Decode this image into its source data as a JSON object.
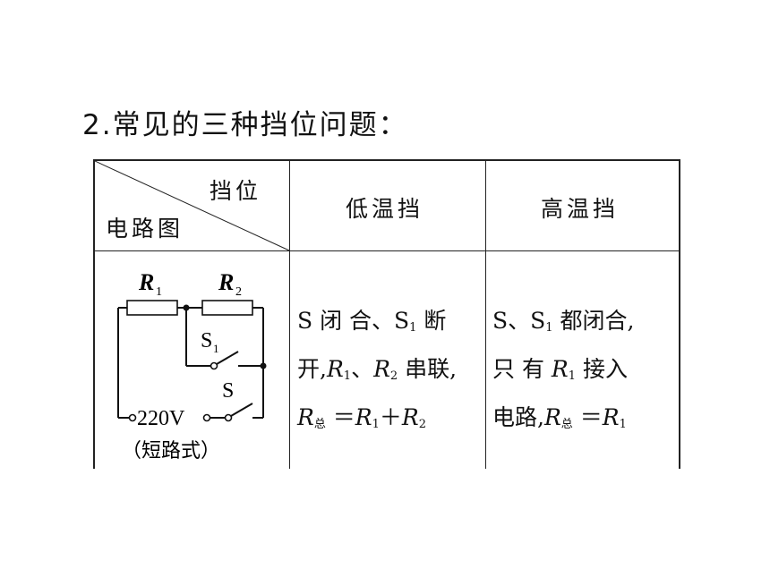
{
  "title": "2.常见的三种挡位问题：",
  "table": {
    "header": {
      "corner_top": "挡位",
      "corner_bottom": "电路图",
      "low": "低温挡",
      "high": "高温挡"
    },
    "row": {
      "circuit": {
        "r1": "R",
        "r1_sub": "1",
        "r2": "R",
        "r2_sub": "2",
        "s1": "S",
        "s1_sub": "1",
        "s": "S",
        "voltage": "220V",
        "caption": "（短路式）"
      },
      "low": {
        "l1_a": "S 闭 合、S",
        "l1_sub": "1",
        "l1_b": " 断",
        "l2_a": "开,",
        "l2_r1": "R",
        "l2_r1_sub": "1",
        "l2_mid": "、",
        "l2_r2": "R",
        "l2_r2_sub": "2",
        "l2_b": " 串联,",
        "l3_r": "R",
        "l3_r_sub": "总",
        "l3_eq": " ＝",
        "l3_r1": "R",
        "l3_r1_sub": "1",
        "l3_plus": "＋",
        "l3_r2": "R",
        "l3_r2_sub": "2"
      },
      "high": {
        "l1_a": "S、S",
        "l1_sub": "1",
        "l1_b": " 都闭合,",
        "l2_a": "只 有 ",
        "l2_r": "R",
        "l2_r_sub": "1",
        "l2_b": " 接入",
        "l3_a": "电路,",
        "l3_r": "R",
        "l3_r_sub": "总",
        "l3_eq": " ＝",
        "l3_r1": "R",
        "l3_r1_sub": "1"
      }
    }
  }
}
